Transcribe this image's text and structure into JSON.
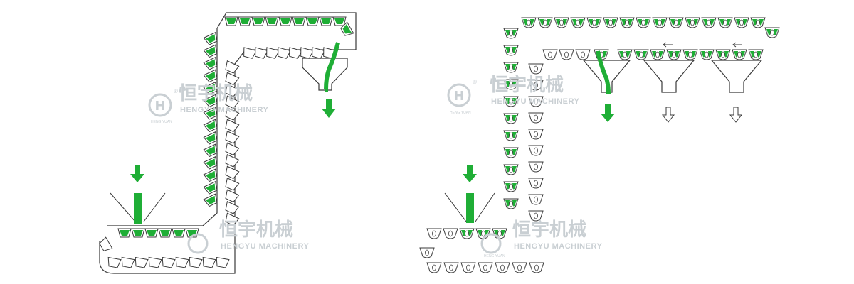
{
  "colors": {
    "background": "#ffffff",
    "outline": "#3a3a3a",
    "product_green": "#1fae36",
    "watermark": "#c9cfd3"
  },
  "watermark": {
    "logo_letter": "H",
    "brand_cn": "恒宇机械",
    "brand_en": "HENGYU MACHINERY",
    "brand_small": "HENG YUAN",
    "registered_mark": "®"
  },
  "left_diagram": {
    "bucket_style": "trapezoid-bucket",
    "inlet_arrow_icon": "green-down-arrow",
    "outlet_arrow_icon": "green-down-arrow"
  },
  "right_diagram": {
    "bucket_style": "rounded-cup-bucket",
    "inlet_arrow_icon": "green-down-arrow",
    "outlet_active_icon": "green-down-arrow",
    "outlet_idle_icon": "hollow-down-arrow",
    "discharge_points": 3,
    "travel_direction_icon": "left-arrow"
  }
}
